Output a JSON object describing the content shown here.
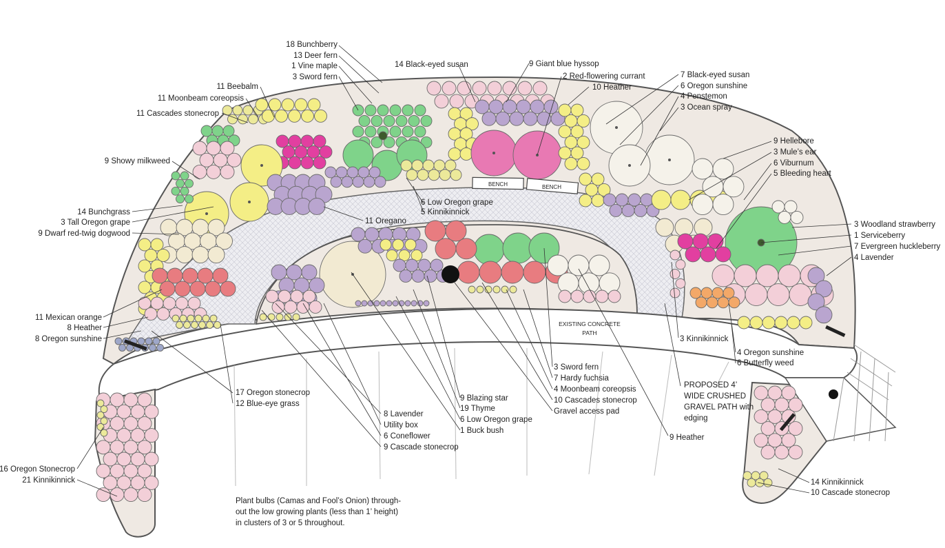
{
  "colors": {
    "pink_light": "#f3cfd8",
    "pink_hot": "#e879b3",
    "magenta": "#e23fa0",
    "yellow": "#f4ee86",
    "yellow_pale": "#ece99a",
    "cream": "#f2ead2",
    "white_shrub": "#f5f2ea",
    "purple": "#b9a5cf",
    "green": "#7fd38a",
    "red": "#e87c80",
    "orange": "#f3a868",
    "blue_grey": "#9ea7c9",
    "bed_fill": "#efe8e1",
    "gravel": "#e9e9ee",
    "outline": "#555555"
  },
  "labels": {
    "bunchberry": "18 Bunchberry",
    "deer_fern": "13 Deer fern",
    "vine_maple": "1 Vine maple",
    "sword_fern_top": "3 Sword fern",
    "black_eyed_susan_14": "14 Black-eyed susan",
    "giant_blue_hyssop": "9 Giant blue hyssop",
    "red_flowering_currant": "2 Red-flowering currant",
    "heather_10": "10 Heather",
    "black_eyed_susan_7": "7 Black-eyed susan",
    "oregon_sunshine_6": "6 Oregon sunshine",
    "penstemon": "4 Penstemon",
    "ocean_spray": "3 Ocean spray",
    "beebalm": "11 Beebalm",
    "moonbeam_coreopsis_11": "11 Moonbeam coreopsis",
    "cascades_stonecrop_11": "11 Cascades stonecrop",
    "showy_milkweed": "9 Showy milkweed",
    "hellebore": "9 Hellebore",
    "mules_ear": "3 Mule’s ear",
    "viburnum": "6 Viburnum",
    "bleeding_heart": "5 Bleeding heart",
    "bunchgrass": "14 Bunchgrass",
    "tall_oregon_grape": "3 Tall Oregon grape",
    "dwarf_dogwood": "9 Dwarf red-twig dogwood",
    "low_oregon_grape_6a": "6 Low Oregon grape",
    "kinnikinnick_5": "5 Kinnikinnick",
    "oregano": "11 Oregano",
    "woodland_strawberry": "3 Woodland strawberry",
    "serviceberry": "1 Serviceberry",
    "evergreen_huckleberry": "7 Evergreen huckleberry",
    "lavender_4": "4 Lavender",
    "mexican_orange": "11 Mexican orange",
    "heather_8": "8 Heather",
    "oregon_sunshine_8": "8 Oregon sunshine",
    "kinnikinnick_3": "3 Kinnikinnick",
    "oregon_sunshine_4": "4 Oregon sunshine",
    "butterfly_weed": "6 Butterfly weed",
    "sword_fern_3": "3 Sword fern",
    "hardy_fuchsia": "7 Hardy fuchsia",
    "moonbeam_coreopsis_4": "4 Moonbeam coreopsis",
    "cascades_stonecrop_10": "10 Cascades stonecrop",
    "gravel_pad": "Gravel access  pad",
    "blazing_star": "9 Blazing star",
    "thyme": "19 Thyme",
    "low_oregon_grape_6b": "6 Low Oregon grape",
    "buck_bush": "1 Buck bush",
    "oregon_stonecrop_17": "17 Oregon stonecrop",
    "blue_eye_grass": "12 Blue-eye grass",
    "lavender_8": "8 Lavender",
    "utility_box": "Utility box",
    "coneflower": "6 Coneflower",
    "cascade_stonecrop_9": "9 Cascade stonecrop",
    "heather_9": "9 Heather",
    "oregon_stonecrop_16": "16 Oregon Stonecrop",
    "kinnikinnick_21": "21 Kinnikinnick",
    "kinnikinnick_14": "14 Kinnikinnick",
    "cascade_stonecrop_10b": "10 Cascade stonecrop",
    "bench_1": "BENCH",
    "bench_2": "BENCH",
    "existing_path_1": "EXISTING CONCRETE",
    "existing_path_2": "PATH",
    "proposed_path_1": "PROPOSED 4’",
    "proposed_path_2": "WIDE CRUSHED",
    "proposed_path_3": "GRAVEL PATH with",
    "proposed_path_4": "edging",
    "bulbs_1": "Plant bulbs (Camas and Fool’s Onion) through-",
    "bulbs_2": "out the low growing plants (less than 1’ height)",
    "bulbs_3": "in clusters of 3 or 5 throughout."
  }
}
